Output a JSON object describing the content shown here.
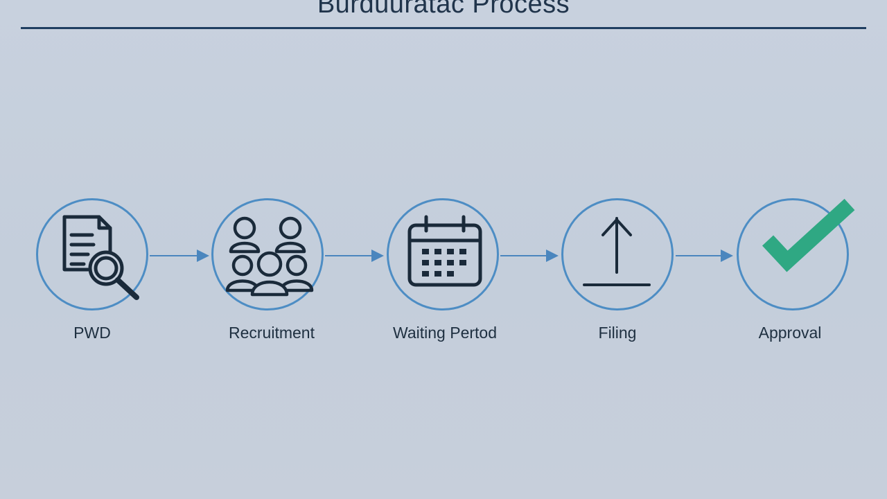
{
  "title": "Burduuratac Process",
  "colors": {
    "background": "#c6cfdc",
    "rule": "#1f3e60",
    "circle": "#4d8dc4",
    "arrow": "#4a86be",
    "icon": "#1a2a3a",
    "check": "#2fa883"
  },
  "steps": [
    {
      "label": "PWD",
      "icon": "document-search-icon"
    },
    {
      "label": "Recruitment",
      "icon": "group-icon"
    },
    {
      "label": "Waiting Pertod",
      "icon": "calendar-icon"
    },
    {
      "label": "Filing",
      "icon": "upload-icon"
    },
    {
      "label": "Approval",
      "icon": "checkmark-icon"
    }
  ]
}
